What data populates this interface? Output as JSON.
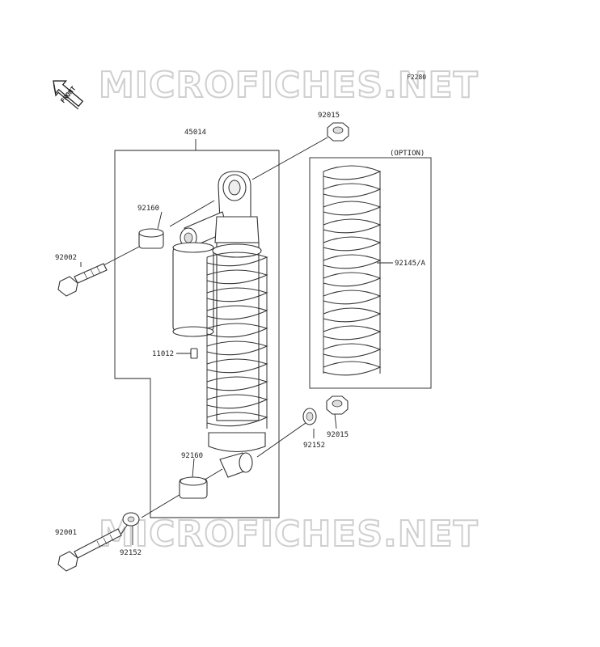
{
  "diagram": {
    "code": "F2280",
    "front_label": "FRONT",
    "option_label": "(OPTION)",
    "watermark": "MICROFICHES.NET",
    "parts": {
      "p45014": "45014",
      "p92015_top": "92015",
      "p92015_bottom": "92015",
      "p92160_top": "92160",
      "p92160_bottom": "92160",
      "p92002": "92002",
      "p92001": "92001",
      "p11012": "11012",
      "p92145": "92145/A",
      "p92152_right": "92152",
      "p92152_left": "92152"
    }
  }
}
